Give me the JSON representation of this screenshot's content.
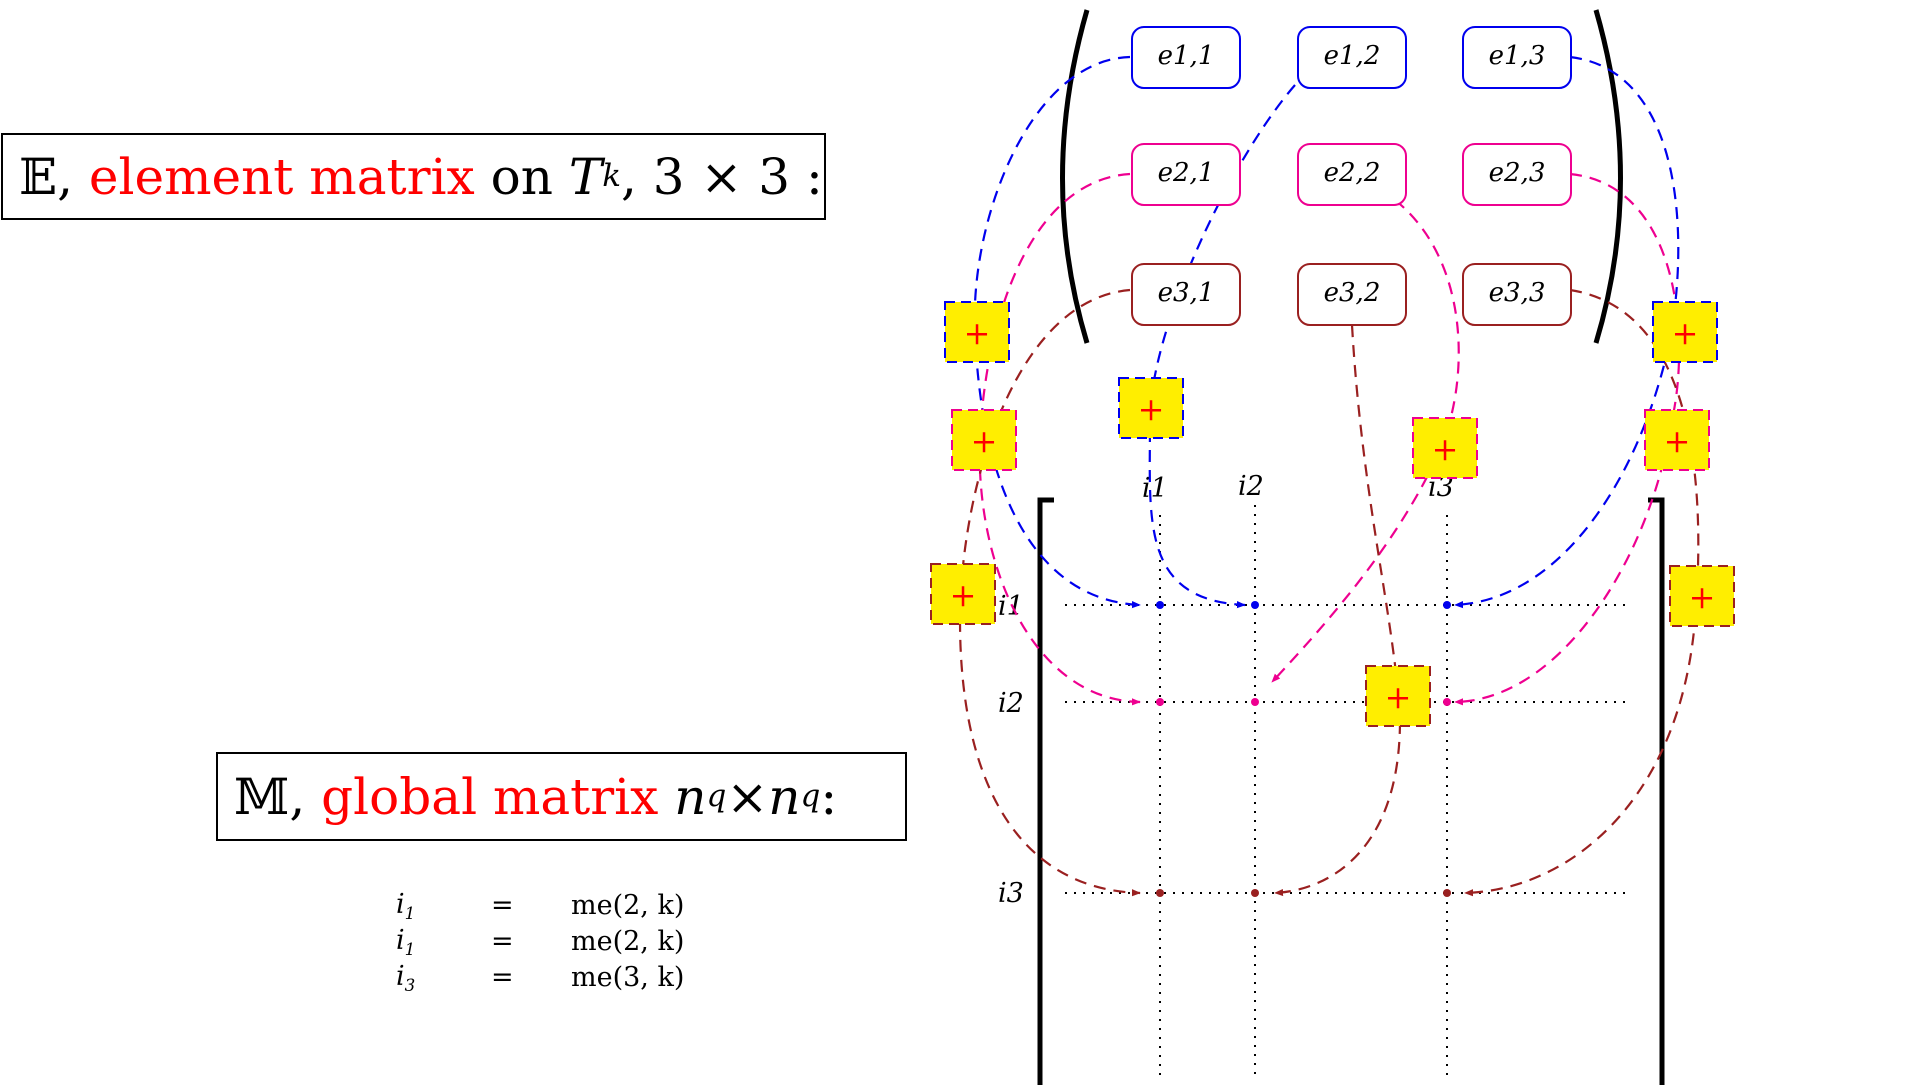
{
  "element_title": {
    "symbol": "𝔼,",
    "highlight": "element matrix",
    "on_word": "on",
    "T": "T",
    "T_sub": "k",
    "suffix": ", 3 × 3 :"
  },
  "global_title": {
    "symbol": "𝕄,",
    "highlight": "global matrix",
    "n1": "n",
    "n1_sub": "q",
    "times": " × ",
    "n2": "n",
    "n2_sub": "q",
    "suffix": " :"
  },
  "equations": [
    {
      "lhs": "i",
      "lhs_sub": "1",
      "op": "=",
      "rhs": "me(2, k)"
    },
    {
      "lhs": "i",
      "lhs_sub": "1",
      "op": "=",
      "rhs": "me(2, k)"
    },
    {
      "lhs": "i",
      "lhs_sub": "3",
      "op": "=",
      "rhs": "me(3, k)"
    }
  ],
  "element_matrix": {
    "cells": [
      [
        "e1,1",
        "e1,2",
        "e1,3"
      ],
      [
        "e2,1",
        "e2,2",
        "e2,3"
      ],
      [
        "e3,1",
        "e3,2",
        "e3,3"
      ]
    ]
  },
  "global_matrix": {
    "col_labels": [
      "i1",
      "i2",
      "i3"
    ],
    "row_labels": [
      "i1",
      "i2",
      "i3"
    ]
  },
  "plus_symbol": "+",
  "colors": {
    "row1": "#0000ee",
    "row2": "#ee0090",
    "row3": "#9a2020",
    "plus_fill": "#ffee00",
    "plus_text": "#ff0000",
    "highlight": "#ff0000"
  }
}
